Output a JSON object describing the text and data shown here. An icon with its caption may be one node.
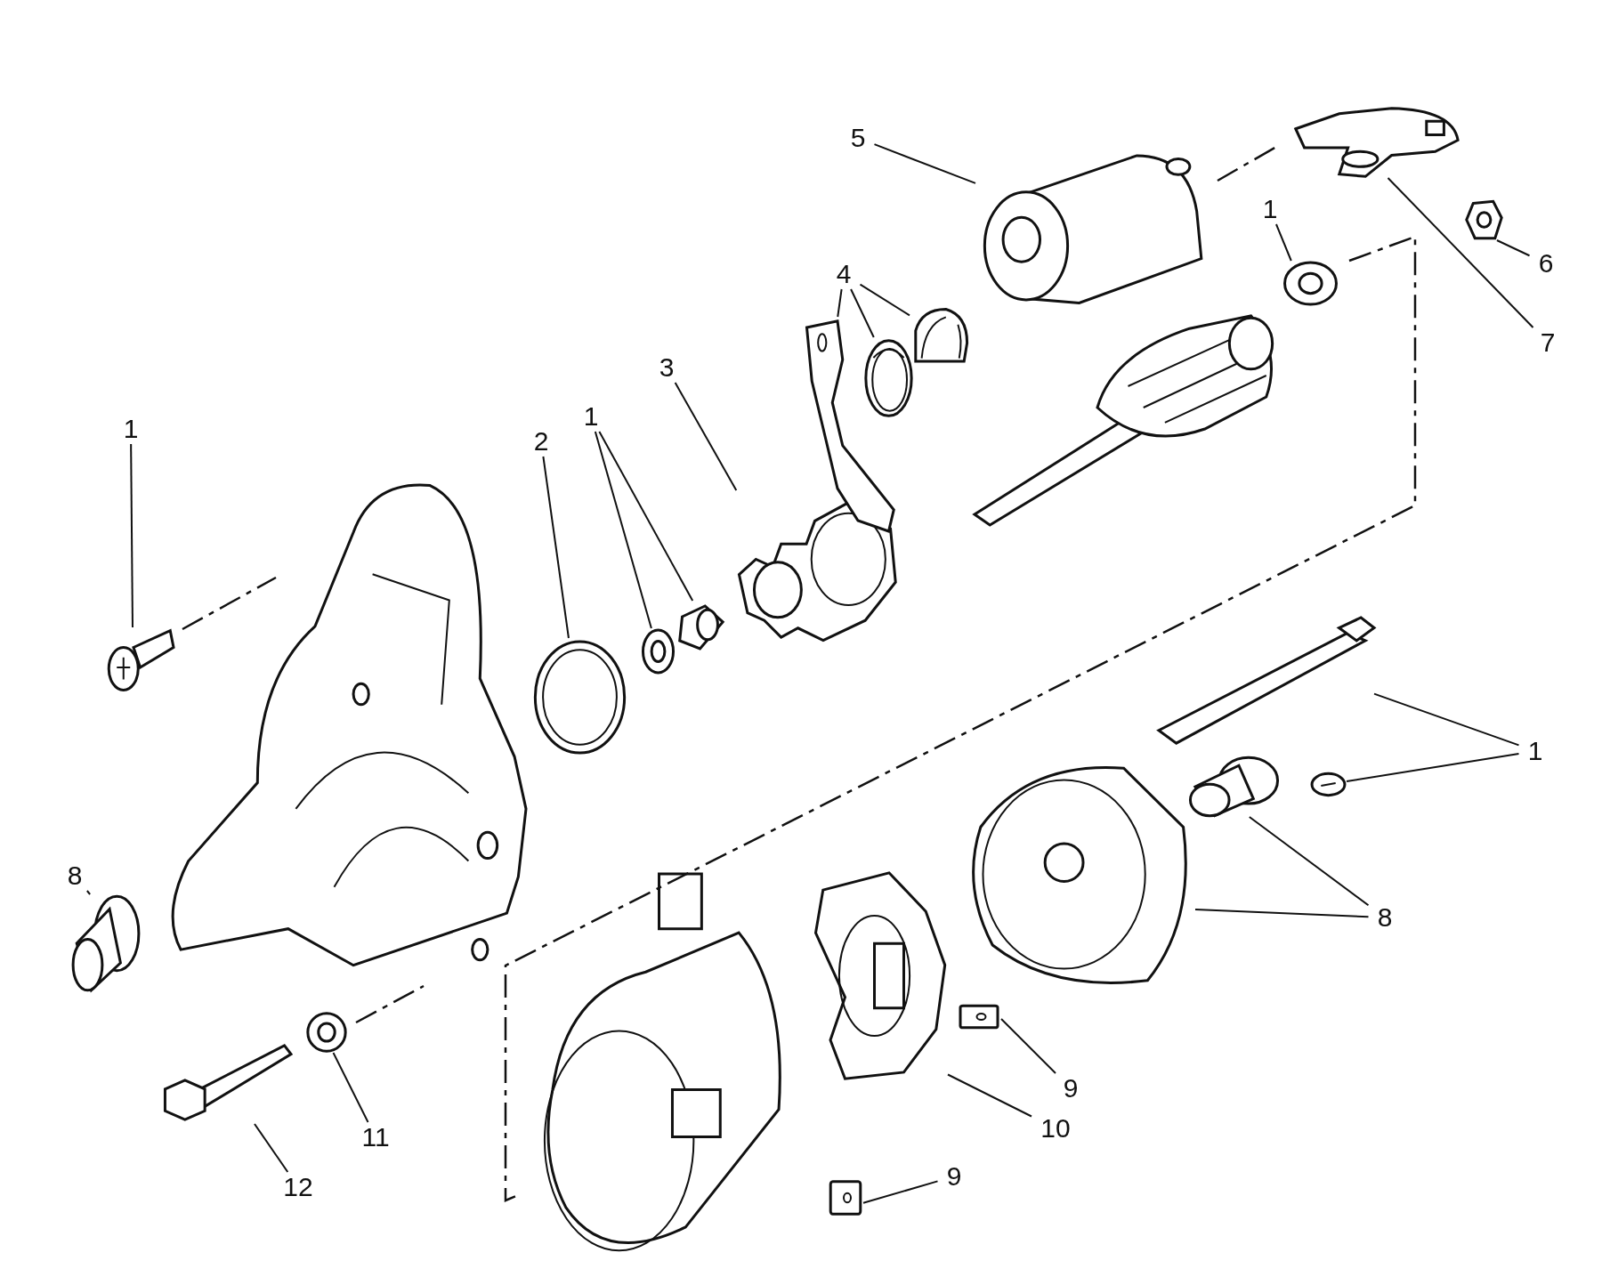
{
  "diagram": {
    "nodes": [
      {
        "text": [
          "1"
        ]
      },
      {
        "text": [
          "2"
        ]
      },
      {
        "text": [
          "1"
        ]
      },
      {
        "text": [
          "3"
        ]
      },
      {
        "text": [
          "4"
        ]
      },
      {
        "text": [
          "5"
        ]
      },
      {
        "text": [
          "1"
        ]
      },
      {
        "text": [
          "6"
        ]
      },
      {
        "text": [
          "7"
        ]
      },
      {
        "text": [
          "1"
        ]
      },
      {
        "text": [
          "8"
        ]
      },
      {
        "text": [
          "8"
        ]
      },
      {
        "text": [
          "9"
        ]
      },
      {
        "text": [
          "10"
        ]
      },
      {
        "text": [
          "9"
        ]
      },
      {
        "text": [
          "11"
        ]
      },
      {
        "text": [
          "12"
        ]
      },
      {
        "text": [],
        "shape": "picture"
      },
      {
        "text": [],
        "shape": "picture"
      },
      {
        "text": [],
        "shape": "picture"
      },
      {
        "text": [],
        "shape": "picture"
      },
      {
        "text": [],
        "shape": "picture"
      },
      {
        "text": [],
        "shape": "picture"
      },
      {
        "text": [],
        "shape": "picture"
      },
      {
        "text": [],
        "shape": "picture"
      },
      {
        "text": [],
        "shape": "picture"
      },
      {
        "text": [],
        "shape": "picture"
      },
      {
        "text": [],
        "shape": "picture"
      },
      {
        "text": [],
        "shape": "picture"
      },
      {
        "text": [],
        "shape": "picture"
      },
      {
        "text": [],
        "shape": "picture"
      },
      {
        "text": [],
        "shape": "picture"
      },
      {
        "text": [],
        "shape": "picture"
      },
      {
        "text": [],
        "shape": "picture"
      },
      {
        "text": [],
        "shape": "picture"
      },
      {
        "text": [],
        "shape": "picture"
      },
      {
        "text": [],
        "shape": "picture"
      },
      {
        "text": [],
        "shape": "picture"
      },
      {
        "text": [],
        "shape": "picture"
      },
      {
        "text": [],
        "shape": "picture"
      },
      {
        "text": [],
        "shape": "picture"
      },
      {
        "text": [],
        "shape": "picture"
      }
    ],
    "edges": [
      {
        "from": 0,
        "to": 17,
        "arrow": "none"
      },
      {
        "from": 1,
        "to": 18,
        "arrow": "none"
      },
      {
        "from": 2,
        "to": 19,
        "arrow": "none"
      },
      {
        "from": 2,
        "to": 20,
        "arrow": "none"
      },
      {
        "from": 3,
        "to": 21,
        "arrow": "none"
      },
      {
        "from": 4,
        "to": 22,
        "arrow": "none"
      },
      {
        "from": 4,
        "to": 23,
        "arrow": "none"
      },
      {
        "from": 4,
        "to": 24,
        "arrow": "none"
      },
      {
        "from": 5,
        "to": 25,
        "arrow": "none"
      },
      {
        "from": 6,
        "to": 26,
        "arrow": "none"
      },
      {
        "from": 7,
        "to": 27,
        "arrow": "none"
      },
      {
        "from": 8,
        "to": 28,
        "arrow": "none"
      },
      {
        "from": 9,
        "to": 29,
        "arrow": "none"
      },
      {
        "from": 9,
        "to": 30,
        "arrow": "none"
      },
      {
        "from": 10,
        "to": 31,
        "arrow": "none"
      },
      {
        "from": 10,
        "to": 32,
        "arrow": "none"
      },
      {
        "from": 11,
        "to": 33,
        "arrow": "none"
      },
      {
        "from": 12,
        "to": 34,
        "arrow": "none"
      },
      {
        "from": 13,
        "to": 35,
        "arrow": "none"
      },
      {
        "from": 14,
        "to": 36,
        "arrow": "none"
      },
      {
        "from": 15,
        "to": 37,
        "arrow": "none"
      },
      {
        "from": 16,
        "to": 38,
        "arrow": "none"
      }
    ]
  }
}
